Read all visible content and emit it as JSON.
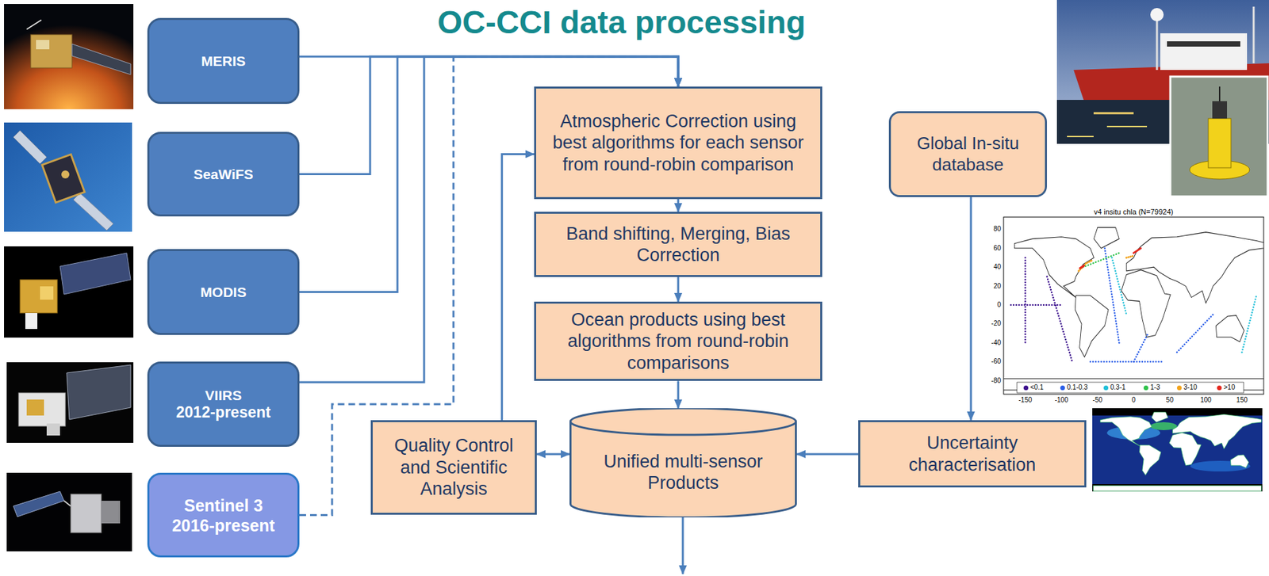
{
  "diagram": {
    "title": "OC-CCI data processing",
    "nodes": [
      {
        "text": [
          "MERIS"
        ]
      },
      {
        "text": [
          "SeaWiFS"
        ]
      },
      {
        "text": [
          "MODIS"
        ]
      },
      {
        "text": [
          "VIIRS",
          "2012-present"
        ]
      },
      {
        "text": [
          "Sentinel 3",
          "2016-present"
        ]
      },
      {
        "text": [
          "Atmospheric Correction using best algorithms for each sensor from round-robin comparison"
        ]
      },
      {
        "text": [
          "Band shifting, Merging, Bias Correction"
        ]
      },
      {
        "text": [
          "Ocean products using best algorithms from round-robin comparisons"
        ]
      },
      {
        "text": [
          "Quality Control and Scientific Analysis"
        ]
      },
      {
        "text": [
          "Unified multi-sensor Products"
        ]
      },
      {
        "text": [
          "Global In-situ database"
        ]
      },
      {
        "text": [
          "Uncertainty characterisation"
        ]
      }
    ],
    "edges": [
      {
        "from": 0,
        "to": 5,
        "arrow": "to"
      },
      {
        "from": 1,
        "to": 5,
        "arrow": "to"
      },
      {
        "from": 2,
        "to": 5,
        "arrow": "to"
      },
      {
        "from": 3,
        "to": 5,
        "arrow": "to"
      },
      {
        "from": 4,
        "to": 5,
        "arrow": "to"
      },
      {
        "from": 5,
        "to": 6,
        "arrow": "to"
      },
      {
        "from": 6,
        "to": 7,
        "arrow": "to"
      },
      {
        "from": 7,
        "to": 9,
        "arrow": "to"
      },
      {
        "from": 8,
        "to": 9,
        "arrow": "both"
      },
      {
        "from": 8,
        "to": 5,
        "arrow": "to"
      },
      {
        "from": 10,
        "to": 11,
        "arrow": "to"
      },
      {
        "from": 11,
        "to": 9,
        "arrow": "to"
      }
    ],
    "labels": [
      "v4 insitu chla (N=79924)",
      "80",
      "60",
      "40",
      "20",
      "0",
      "-20",
      "-40",
      "-60",
      "-80",
      "-150",
      "-100",
      "-50",
      "0",
      "50",
      "100",
      "150"
    ],
    "legend": [
      {
        "text": "<0.1",
        "color": "#3b0f8c"
      },
      {
        "text": "0.1-0.3",
        "color": "#2a5ee8"
      },
      {
        "text": "0.3-1",
        "color": "#1fbfd8"
      },
      {
        "text": "1-3",
        "color": "#2fc24a"
      },
      {
        "text": "3-10",
        "color": "#f2a31b"
      },
      {
        "text": ">10",
        "color": "#e4261c"
      }
    ]
  }
}
